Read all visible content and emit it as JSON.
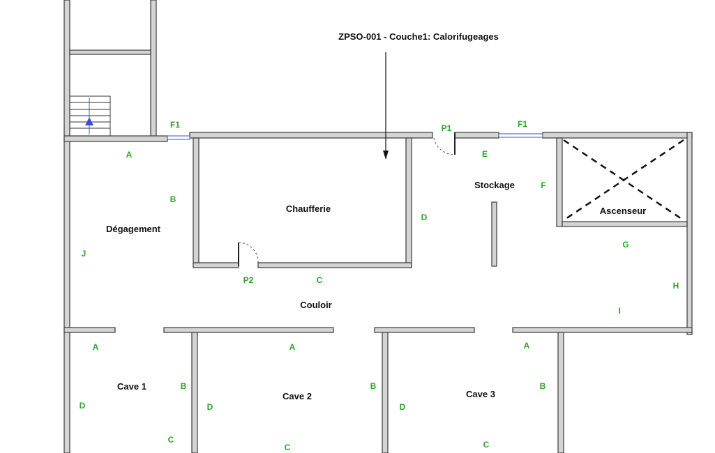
{
  "annotation": "ZPSO-001 - Couche1: Calorifugeages",
  "rooms": {
    "degagement": "Dégagement",
    "chaufferie": "Chaufferie",
    "stockage": "Stockage",
    "ascenseur": "Ascenseur",
    "couloir": "Couloir",
    "cave1": "Cave 1",
    "cave2": "Cave 2",
    "cave3": "Cave 3"
  },
  "openings": {
    "window": "F1",
    "door1": "P1",
    "door2": "P2"
  },
  "wall_markers": {
    "degagement": [
      "A",
      "B",
      "J"
    ],
    "stockage_corridor": [
      "C",
      "D",
      "E",
      "F",
      "G",
      "H",
      "I"
    ],
    "cave1": [
      "A",
      "B",
      "C",
      "D"
    ],
    "cave2": [
      "A",
      "B",
      "C",
      "D"
    ],
    "cave3": [
      "A",
      "B",
      "C",
      "D"
    ]
  },
  "colors": {
    "marker": "#2aa52a",
    "window": "#3a4fd8",
    "wall": "#d4d4d4"
  }
}
